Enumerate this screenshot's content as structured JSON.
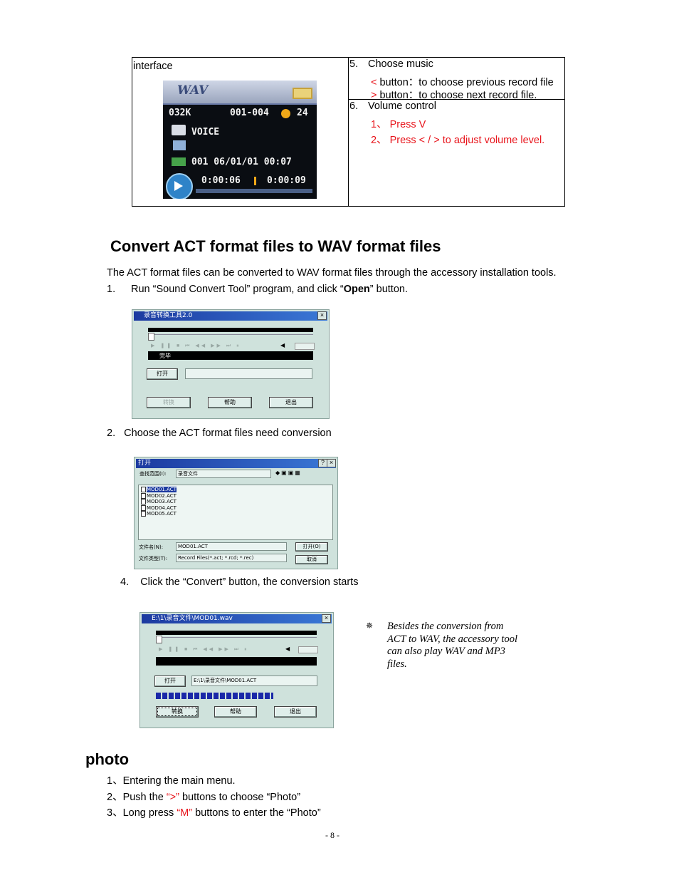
{
  "table": {
    "left_label": "interface",
    "lcd": {
      "logo": "WAV",
      "bitrate": "032K",
      "track": "001-004",
      "volume": "24",
      "folder": "VOICE",
      "record_info": "001 06/01/01 00:07",
      "elapsed": "0:00:06",
      "total": "0:00:09"
    },
    "item5": {
      "num": "5.",
      "title": "Choose music",
      "line1_sym": "<",
      "line1_text": " button：to choose previous record file",
      "line2_sym": ">",
      "line2_text": " button：to choose next record file."
    },
    "item6": {
      "num": "6.",
      "title": "Volume control",
      "sub1": "1、 Press V",
      "sub2": "2、 Press < / > to adjust volume level."
    }
  },
  "section1": {
    "heading": "Convert ACT format files to WAV format files",
    "intro": "The ACT format files can be converted to WAV format files through the accessory installation tools.",
    "step1_num": "1.",
    "step1_pre": "Run “Sound Convert Tool” program, and click “",
    "step1_bold": "Open",
    "step1_post": "” button.",
    "step2": "2.   Choose the ACT format files need conversion",
    "step4": "4.    Click the “Convert” button, the conversion starts"
  },
  "window1": {
    "title": "录音转换工具2.0",
    "close": "×",
    "status": "完毕",
    "open_btn": "打开",
    "convert_btn": "转换",
    "help_btn": "帮助",
    "exit_btn": "退出"
  },
  "window2": {
    "title": "打开",
    "help_btn": "?",
    "close": "×",
    "lookin_label": "查找范围(I):",
    "lookin_value": "录音文件",
    "files": [
      "MOD01.ACT",
      "MOD02.ACT",
      "MOD03.ACT",
      "MOD04.ACT",
      "MOD05.ACT"
    ],
    "filename_label": "文件名(N):",
    "filename_value": "MOD01.ACT",
    "filetype_label": "文件类型(T):",
    "filetype_value": "Record Files(*.act; *.rcd; *.rec)",
    "open_btn": "打开(O)",
    "cancel_btn": "取消"
  },
  "window3": {
    "title": "E:\\1\\录音文件\\MOD01.wav",
    "close": "×",
    "open_btn": "打开",
    "path_value": "E:\\1\\录音文件\\MOD01.ACT",
    "progress": 0.73,
    "convert_btn": "转换",
    "help_btn": "帮助",
    "exit_btn": "退出"
  },
  "note": {
    "symbol": "✵",
    "text": "Besides the conversion from ACT to WAV, the accessory tool can also play WAV and MP3 files."
  },
  "section2": {
    "heading": "photo",
    "line1": "1、Entering the main menu.",
    "line2_pre": "2、Push the ",
    "line2_red": "“>”",
    "line2_post": " buttons to choose “Photo”",
    "line3_pre": "3、Long press ",
    "line3_red": "“M”",
    "line3_post": " buttons to enter the “Photo”"
  },
  "footer": {
    "page": "- 8 -"
  }
}
